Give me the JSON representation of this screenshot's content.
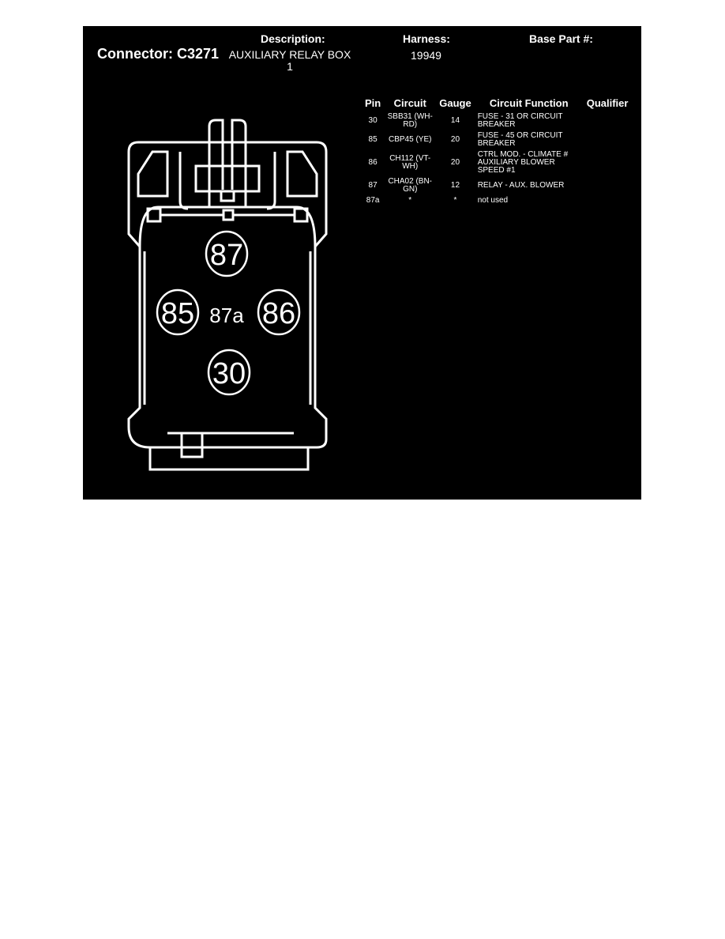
{
  "header": {
    "connector_label": "Connector: C3271",
    "description_label": "Description:",
    "description_value": "AUXILIARY RELAY BOX 1",
    "harness_label": "Harness:",
    "harness_value": "19949",
    "base_part_label": "Base Part #:"
  },
  "table": {
    "columns": [
      "Pin",
      "Circuit",
      "Gauge",
      "Circuit Function",
      "Qualifier"
    ],
    "rows": [
      {
        "pin": "30",
        "circuit": "SBB31 (WH-RD)",
        "gauge": "14",
        "function": "FUSE - 31 OR CIRCUIT BREAKER",
        "qualifier": ""
      },
      {
        "pin": "85",
        "circuit": "CBP45 (YE)",
        "gauge": "20",
        "function": "FUSE - 45 OR CIRCUIT BREAKER",
        "qualifier": ""
      },
      {
        "pin": "86",
        "circuit": "CH112 (VT-WH)",
        "gauge": "20",
        "function": "CTRL MOD. - CLIMATE # AUXILIARY BLOWER SPEED #1",
        "qualifier": ""
      },
      {
        "pin": "87",
        "circuit": "CHA02 (BN-GN)",
        "gauge": "12",
        "function": "RELAY - AUX. BLOWER",
        "qualifier": ""
      },
      {
        "pin": "87a",
        "circuit": "*",
        "gauge": "*",
        "function": "not used",
        "qualifier": ""
      }
    ]
  },
  "diagram": {
    "pins": {
      "p87": "87",
      "p85": "85",
      "p87a": "87a",
      "p86": "86",
      "p30": "30"
    }
  }
}
